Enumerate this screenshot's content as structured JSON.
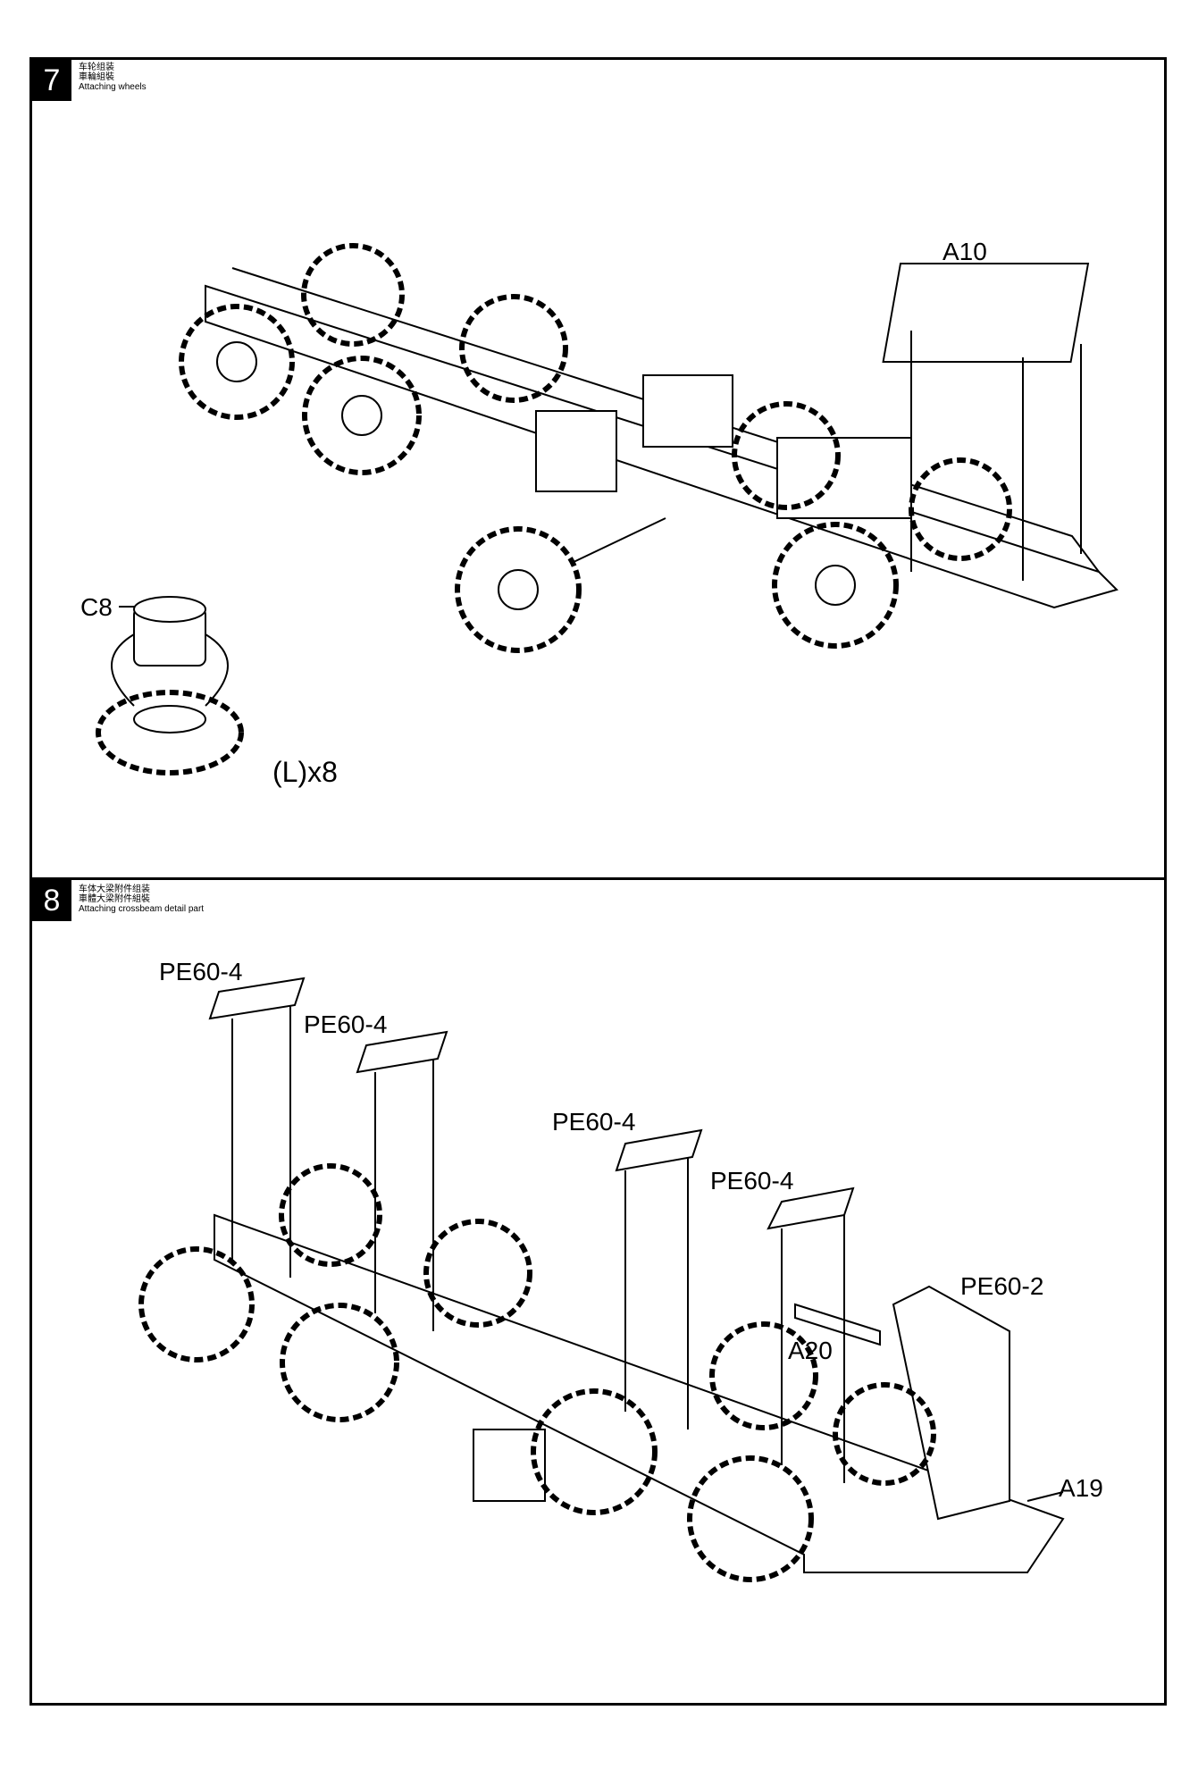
{
  "steps": [
    {
      "number": "7",
      "title_cn_simplified": "车轮组装",
      "title_cn_traditional": "車輪組裝",
      "title_en": "Attaching wheels"
    },
    {
      "number": "8",
      "title_cn_simplified": "车体大梁附件组装",
      "title_cn_traditional": "車體大梁附件組裝",
      "title_en": "Attaching crossbeam detail part"
    }
  ],
  "step7_callouts": {
    "a10": "A10",
    "c8": "C8",
    "quantity": "(L)x8"
  },
  "step8_callouts": {
    "pe60_4_a": "PE60-4",
    "pe60_4_b": "PE60-4",
    "pe60_4_c": "PE60-4",
    "pe60_4_d": "PE60-4",
    "pe60_2": "PE60-2",
    "a20": "A20",
    "a19": "A19"
  }
}
